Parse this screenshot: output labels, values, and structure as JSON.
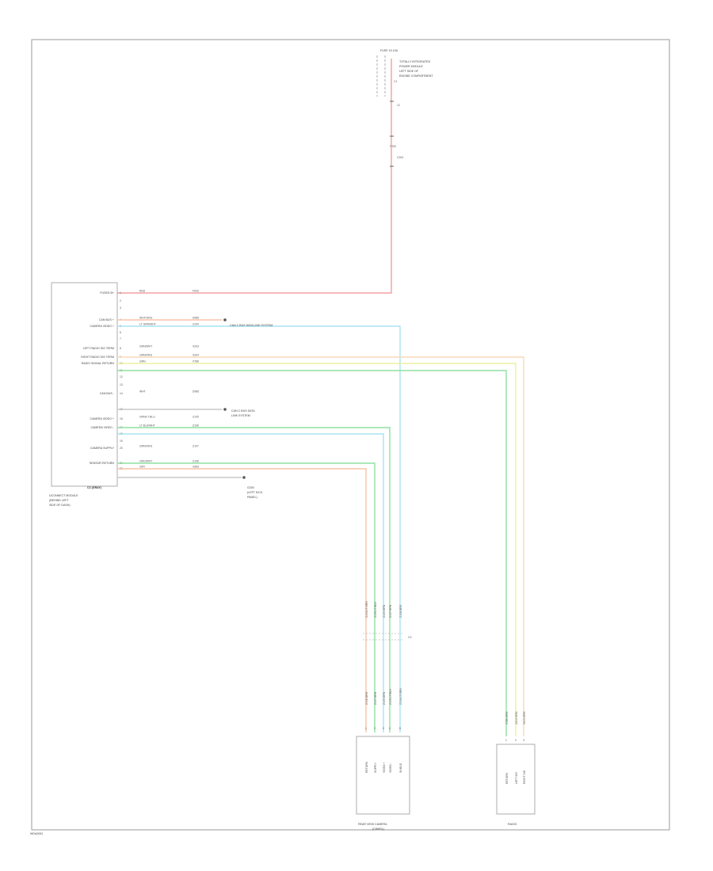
{
  "diagram": {
    "ref_code": "WDA0051",
    "fuse": {
      "header": "FUSE 15 10A",
      "lines": [
        "TOTALLY INTEGRATED",
        "POWER MODULE",
        "LEFT SIDE OF",
        "ENGINE COMPARTMENT"
      ],
      "pin_a": "C1",
      "pin_b": "12",
      "mid_label": "C203",
      "wire_circuit": "F933",
      "wire_color_a": "RED",
      "wire_color_b": "RED"
    },
    "module": {
      "name_lines": [
        "UCONNECT MODULE",
        "(BEHIND LEFT",
        "SIDE OF DASH)"
      ],
      "connector": "C2 (GRAY)",
      "pins": [
        {
          "num": "1",
          "label": "FUSED B+",
          "color": "RED",
          "circuit": "F933",
          "code": "red"
        },
        {
          "num": "2",
          "label": "",
          "color": "",
          "circuit": "",
          "code": ""
        },
        {
          "num": "3",
          "label": "",
          "color": "",
          "circuit": "",
          "code": ""
        },
        {
          "num": "4",
          "label": "CAN BUS +",
          "color": "WHT/ORG",
          "circuit": "D965",
          "code": "orange"
        },
        {
          "num": "5",
          "label": "CAMERA VIDEO +",
          "color": "LT GRN/WHT",
          "circuit": "Z104",
          "code": "teal"
        },
        {
          "num": "6",
          "label": "",
          "color": "",
          "circuit": "",
          "code": ""
        },
        {
          "num": "7",
          "label": "",
          "color": "",
          "circuit": "",
          "code": ""
        },
        {
          "num": "8",
          "label": "LEFT RADIO SIG TERM",
          "color": "GRN/WHT",
          "circuit": "X203",
          "code": "orange-lt"
        },
        {
          "num": "9",
          "label": "RIGHT RADIO SIG TERM",
          "color": "GRN/ORG",
          "circuit": "X204",
          "code": "yellow"
        },
        {
          "num": "10",
          "label": "RADIO SIGNAL RETURN",
          "color": "GRN",
          "circuit": "X786",
          "code": "green"
        },
        {
          "num": "11",
          "label": "",
          "color": "",
          "circuit": "",
          "code": ""
        },
        {
          "num": "12",
          "label": "",
          "color": "",
          "circuit": "",
          "code": ""
        },
        {
          "num": "13",
          "label": "",
          "color": "",
          "circuit": "",
          "code": ""
        },
        {
          "num": "14",
          "label": "CAN BUS -",
          "color": "WHT",
          "circuit": "D966",
          "code": "gray"
        },
        {
          "num": "15",
          "label": "",
          "color": "",
          "circuit": "",
          "code": ""
        },
        {
          "num": "16",
          "label": "CAMERA VIDEO +",
          "color": "GRN/LT BLU",
          "circuit": "Z105",
          "code": "green"
        },
        {
          "num": "17",
          "label": "CAMERA VIDEO -",
          "color": "LT BLU/WHT",
          "circuit": "Z106",
          "code": "cyan"
        },
        {
          "num": "18",
          "label": "",
          "color": "",
          "circuit": "",
          "code": ""
        },
        {
          "num": "19",
          "label": "",
          "color": "",
          "circuit": "",
          "code": ""
        },
        {
          "num": "20",
          "label": "CAMERA SUPPLY",
          "color": "GRN/ORG",
          "circuit": "Z107",
          "code": "green"
        },
        {
          "num": "21",
          "label": "SENSOR RETURN",
          "color": "ORG/WHT",
          "circuit": "Z108",
          "code": "orange"
        },
        {
          "num": "22",
          "label": "",
          "color": "GRY",
          "circuit": "G902",
          "code": "gray"
        }
      ]
    },
    "notes": {
      "can_pos": "CAN C BUS DATA LINK SYSTEM",
      "can_neg_1": "CAN C BUS DATA",
      "can_neg_2": "LINK SYSTEM",
      "ground_1": "G200",
      "ground_2": "(LEFT KICK",
      "ground_3": "PANEL)"
    },
    "splice": {
      "label": "C3",
      "top_labels": [
        "Z104 LT GRN",
        "Z106 LT BLU",
        "Z105 GRN",
        "Z107 GRN",
        "Z108 ORG"
      ],
      "bottom_labels": [
        "Z108 ORG",
        "Z107 GRN",
        "Z105 GRN",
        "Z106 LT BLU",
        "Z104 LT GRN"
      ]
    },
    "cam": {
      "pins": [
        "1",
        "2",
        "3",
        "4",
        "5"
      ],
      "pin_labels": [
        "RETURN",
        "SUPPLY",
        "VIDEO +",
        "VIDEO -",
        "SHIELD"
      ],
      "title_1": "REAR VIEW CAMERA",
      "title_2": "(CHMSL)"
    },
    "radio": {
      "pins": [
        "1",
        "2",
        "3"
      ],
      "pin_labels": [
        "RETURN",
        "LEFT SIG",
        "RIGHT SIG"
      ],
      "wire_labels": [
        "X786 GRN",
        "X204 GRN",
        "X203 GRN"
      ],
      "title": "RADIO"
    },
    "colors": {
      "red": "#f2a0a0",
      "orange": "#f7c3a8",
      "orange-lt": "#f8d9b8",
      "yellow": "#eef0a0",
      "green": "#8fe0a0",
      "teal": "#7fd8c8",
      "cyan": "#a8e4f0",
      "gray": "#c8c8c8"
    }
  }
}
